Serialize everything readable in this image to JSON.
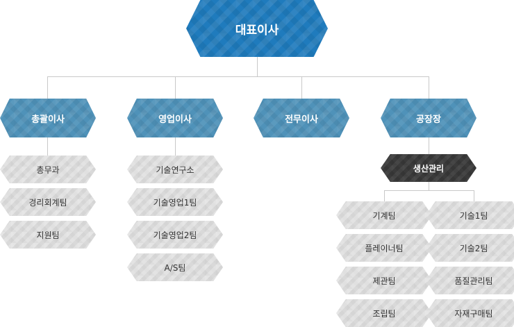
{
  "ceo": "대표이사",
  "executives": [
    {
      "title": "총괄이사",
      "teams": [
        "총무과",
        "경리회계팀",
        "지원팀"
      ]
    },
    {
      "title": "영업이사",
      "teams": [
        "기술연구소",
        "기술영업1팀",
        "기술영업2팀",
        "A/S팀"
      ]
    },
    {
      "title": "전무이사",
      "teams": []
    },
    {
      "title": "공장장",
      "subunit": "생산관리",
      "teams_left": [
        "기계팀",
        "플레이너팀",
        "제관팀",
        "조립팀"
      ],
      "teams_right": [
        "기술1팀",
        "기술2팀",
        "품질관리팀",
        "자재구매팀"
      ]
    }
  ],
  "colors": {
    "ceo": "#1f7bbd",
    "executive": "#4f92b9",
    "production": "#3a3a3a",
    "team": "#d9d9d9",
    "line": "#c8c8c8"
  }
}
